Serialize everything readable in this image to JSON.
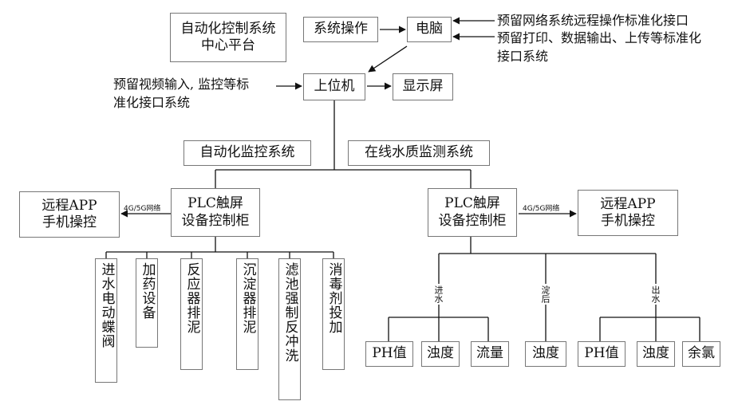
{
  "platform_label": "自动化控制系统\n中心平台",
  "system_operation": "系统操作",
  "computer": "电脑",
  "remote_interface_note": "预留网络系统远程操作标准化接口",
  "print_interface_note": "预留打印、数据输出、上传等标准化\n接口系统",
  "video_interface_note": "预留视频输入, 监控等标\n准化接口系统",
  "host_computer": "上位机",
  "display_screen": "显示屏",
  "auto_monitor_system": "自动化监控系统",
  "water_quality_system": "在线水质监测系统",
  "plc_left": "PLC触屏\n设备控制柜",
  "plc_right": "PLC触屏\n设备控制柜",
  "network_left": "4G/5G网络",
  "network_right": "4G/5G网络",
  "remote_app_left": "远程APP\n手机操控",
  "remote_app_right": "远程APP\n手机操控",
  "left_devices": [
    "进水电动蝶阀",
    "加药设备",
    "反应器排泥",
    "沉淀器排泥",
    "滤池强制反冲洗",
    "消毒剂投加"
  ],
  "group_labels": [
    "进水",
    "淀后",
    "出水"
  ],
  "inlet_params": [
    "PH值",
    "浊度",
    "流量"
  ],
  "sediment_params": [
    "浊度"
  ],
  "outlet_params": [
    "PH值",
    "浊度",
    "余氯"
  ]
}
